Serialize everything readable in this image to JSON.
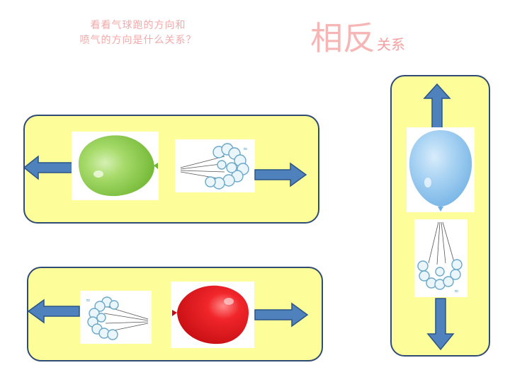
{
  "header": {
    "question_line1": "看看气球跑的方向和",
    "question_line2": "喷气的方向是什么关系？",
    "answer_main": "相反",
    "answer_suffix": "关系"
  },
  "colors": {
    "panel_fill": "#fdfd99",
    "panel_border": "#2f4b74",
    "arrow_fill": "#4f81bd",
    "arrow_stroke": "#2a5588",
    "balloon_green": "#8fd14f",
    "balloon_red": "#e8191c",
    "balloon_blue": "#8ec4ee",
    "answer_text": "#f7b6b6"
  },
  "scenes": [
    {
      "balloon": "green balloon",
      "balloon_moves": "left",
      "gas_jets": "right"
    },
    {
      "balloon": "red balloon",
      "balloon_moves": "right",
      "gas_jets": "left"
    },
    {
      "balloon": "blue balloon",
      "balloon_moves": "up",
      "gas_jets": "down"
    }
  ]
}
